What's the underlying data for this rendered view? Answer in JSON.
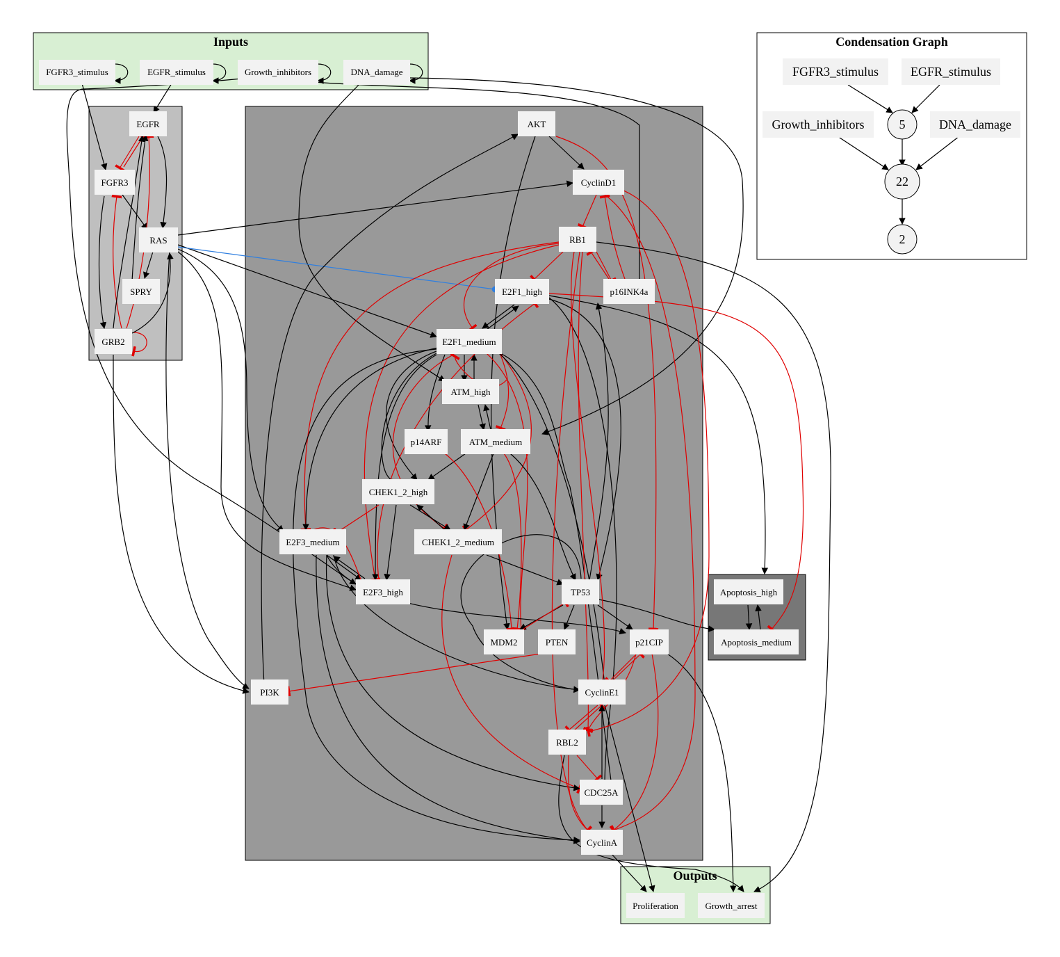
{
  "clusters": {
    "inputs": "Inputs",
    "outputs": "Outputs",
    "condensation": "Condensation Graph"
  },
  "nodes": {
    "fgfr3_stimulus": "FGFR3_stimulus",
    "egfr_stimulus": "EGFR_stimulus",
    "growth_inhibitors": "Growth_inhibitors",
    "dna_damage": "DNA_damage",
    "egfr": "EGFR",
    "fgfr3": "FGFR3",
    "ras": "RAS",
    "spry": "SPRY",
    "grb2": "GRB2",
    "akt": "AKT",
    "cyclind1": "CyclinD1",
    "rb1": "RB1",
    "p16ink4a": "p16INK4a",
    "e2f1_high": "E2F1_high",
    "e2f1_medium": "E2F1_medium",
    "atm_high": "ATM_high",
    "p14arf": "p14ARF",
    "atm_medium": "ATM_medium",
    "chek1_2_high": "CHEK1_2_high",
    "chek1_2_medium": "CHEK1_2_medium",
    "e2f3_medium": "E2F3_medium",
    "e2f3_high": "E2F3_high",
    "tp53": "TP53",
    "mdm2": "MDM2",
    "pten": "PTEN",
    "p21cip": "p21CIP",
    "pi3k": "PI3K",
    "cycline1": "CyclinE1",
    "rbl2": "RBL2",
    "cdc25a": "CDC25A",
    "cyclina": "CyclinA",
    "apoptosis_high": "Apoptosis_high",
    "apoptosis_medium": "Apoptosis_medium",
    "proliferation": "Proliferation",
    "growth_arrest": "Growth_arrest"
  },
  "condensation_graph": {
    "fgfr3_stimulus": "FGFR3_stimulus",
    "egfr_stimulus": "EGFR_stimulus",
    "growth_inhibitors": "Growth_inhibitors",
    "dna_damage": "DNA_damage",
    "scc_5": "5",
    "scc_22": "22",
    "scc_2": "2"
  },
  "colors": {
    "activation": "#000000",
    "inhibition": "#e00000",
    "special": "#2f7fe0",
    "inputs_fill": "#d8efd3",
    "node_fill": "#f2f2f2",
    "cluster_light": "#bfbfbf",
    "cluster_main": "#999999",
    "cluster_dark": "#777777"
  }
}
